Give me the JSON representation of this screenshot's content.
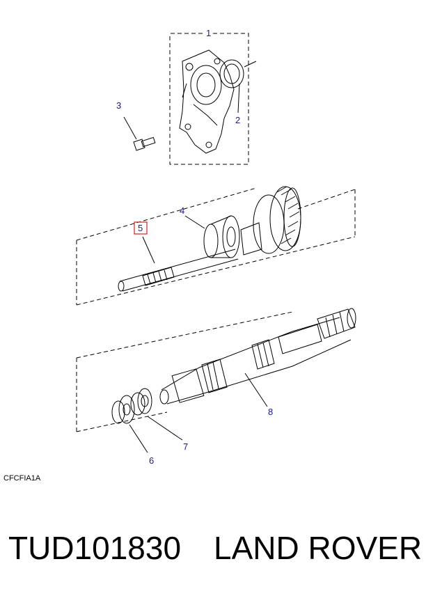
{
  "callouts": {
    "c1": "1",
    "c2": "2",
    "c3": "3",
    "c4": "4",
    "c5": "5",
    "c6": "6",
    "c7": "7",
    "c8": "8"
  },
  "highlighted_callout": "5",
  "highlight_color": "#d42020",
  "callout_color": "#1a1a8c",
  "diagram_code": "CFCFIA1A",
  "part_number": "TUD101830",
  "brand": "LAND ROVER"
}
